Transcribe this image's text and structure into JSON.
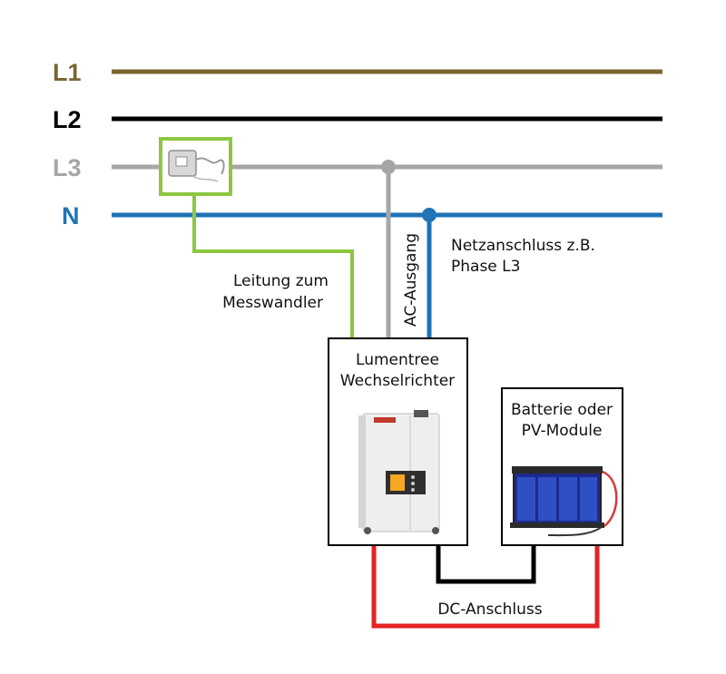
{
  "phases": [
    {
      "label": "L1",
      "color": "#7a6530"
    },
    {
      "label": "L2",
      "color": "#000000"
    },
    {
      "label": "L3",
      "color": "#a6a6a6"
    },
    {
      "label": "N",
      "color": "#1f73b7"
    }
  ],
  "labels": {
    "measure_line": [
      "Leitung zum",
      "Messwandler"
    ],
    "grid_connection": [
      "Netzanschluss z.B.",
      "Phase L3"
    ],
    "ac_output": "AC-Ausgang",
    "dc_connection": "DC-Anschluss"
  },
  "inverter": {
    "title": [
      "Lumentree",
      "Wechselrichter"
    ],
    "device_image": "inverter-photo"
  },
  "battery": {
    "title": [
      "Batterie oder",
      "PV-Module"
    ],
    "device_image": "battery-photo"
  },
  "colors": {
    "measure_wire": "#8dc63f",
    "dc_positive": "#e52222",
    "dc_negative": "#000000"
  }
}
